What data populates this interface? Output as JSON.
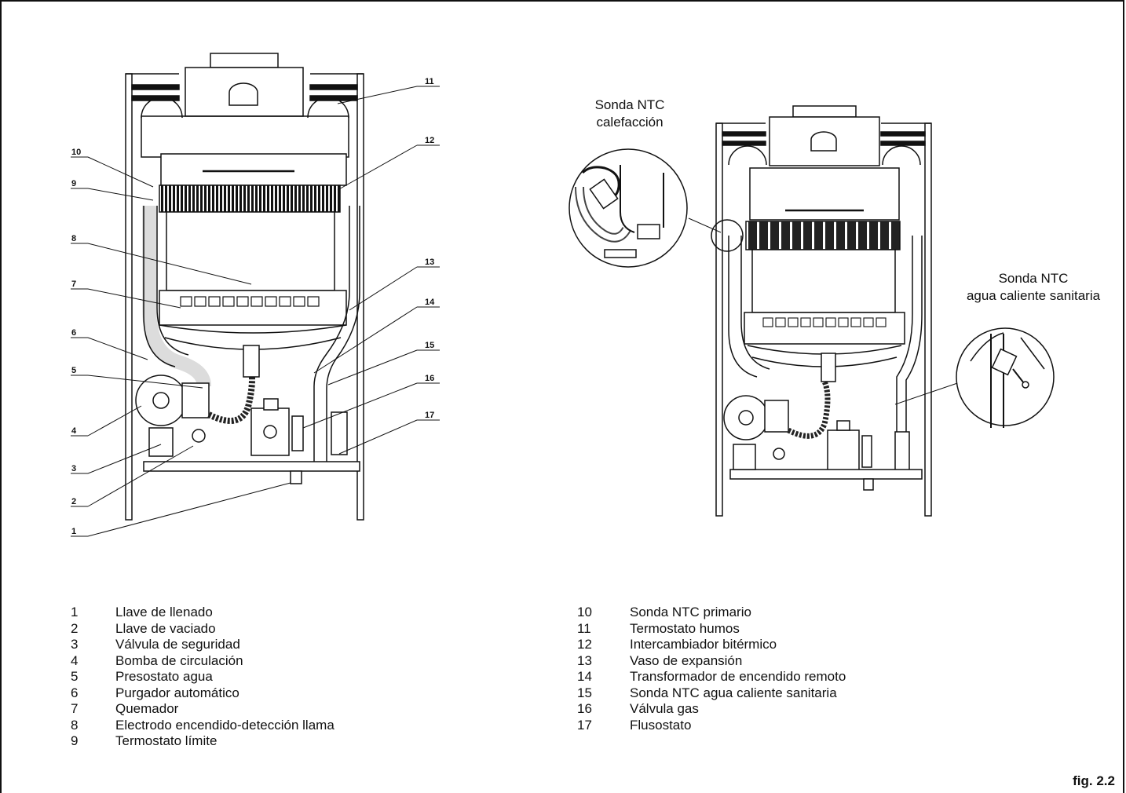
{
  "figure_label": "fig. 2.2",
  "detail_labels": {
    "heating_probe_line1": "Sonda NTC",
    "heating_probe_line2": "calefacción",
    "dhw_probe_line1": "Sonda NTC",
    "dhw_probe_line2": "agua caliente sanitaria"
  },
  "callout_numbers": [
    "1",
    "2",
    "3",
    "4",
    "5",
    "6",
    "7",
    "8",
    "9",
    "10",
    "11",
    "12",
    "13",
    "14",
    "15",
    "16",
    "17"
  ],
  "legend_left": [
    {
      "num": "1",
      "text": "Llave de llenado"
    },
    {
      "num": "2",
      "text": "Llave de vaciado"
    },
    {
      "num": "3",
      "text": "Válvula de seguridad"
    },
    {
      "num": "4",
      "text": "Bomba de circulación"
    },
    {
      "num": "5",
      "text": "Presostato agua"
    },
    {
      "num": "6",
      "text": "Purgador automático"
    },
    {
      "num": "7",
      "text": "Quemador"
    },
    {
      "num": "8",
      "text": "Electrodo encendido-detección llama"
    },
    {
      "num": "9",
      "text": "Termostato límite"
    }
  ],
  "legend_right": [
    {
      "num": "10",
      "text": "Sonda NTC primario"
    },
    {
      "num": "11",
      "text": "Termostato humos"
    },
    {
      "num": "12",
      "text": "Intercambiador bitérmico"
    },
    {
      "num": "13",
      "text": "Vaso de expansión"
    },
    {
      "num": "14",
      "text": "Transformador de encendido remoto"
    },
    {
      "num": "15",
      "text": "Sonda NTC agua caliente sanitaria"
    },
    {
      "num": "16",
      "text": "Válvula gas"
    },
    {
      "num": "17",
      "text": "Flusostato"
    }
  ]
}
